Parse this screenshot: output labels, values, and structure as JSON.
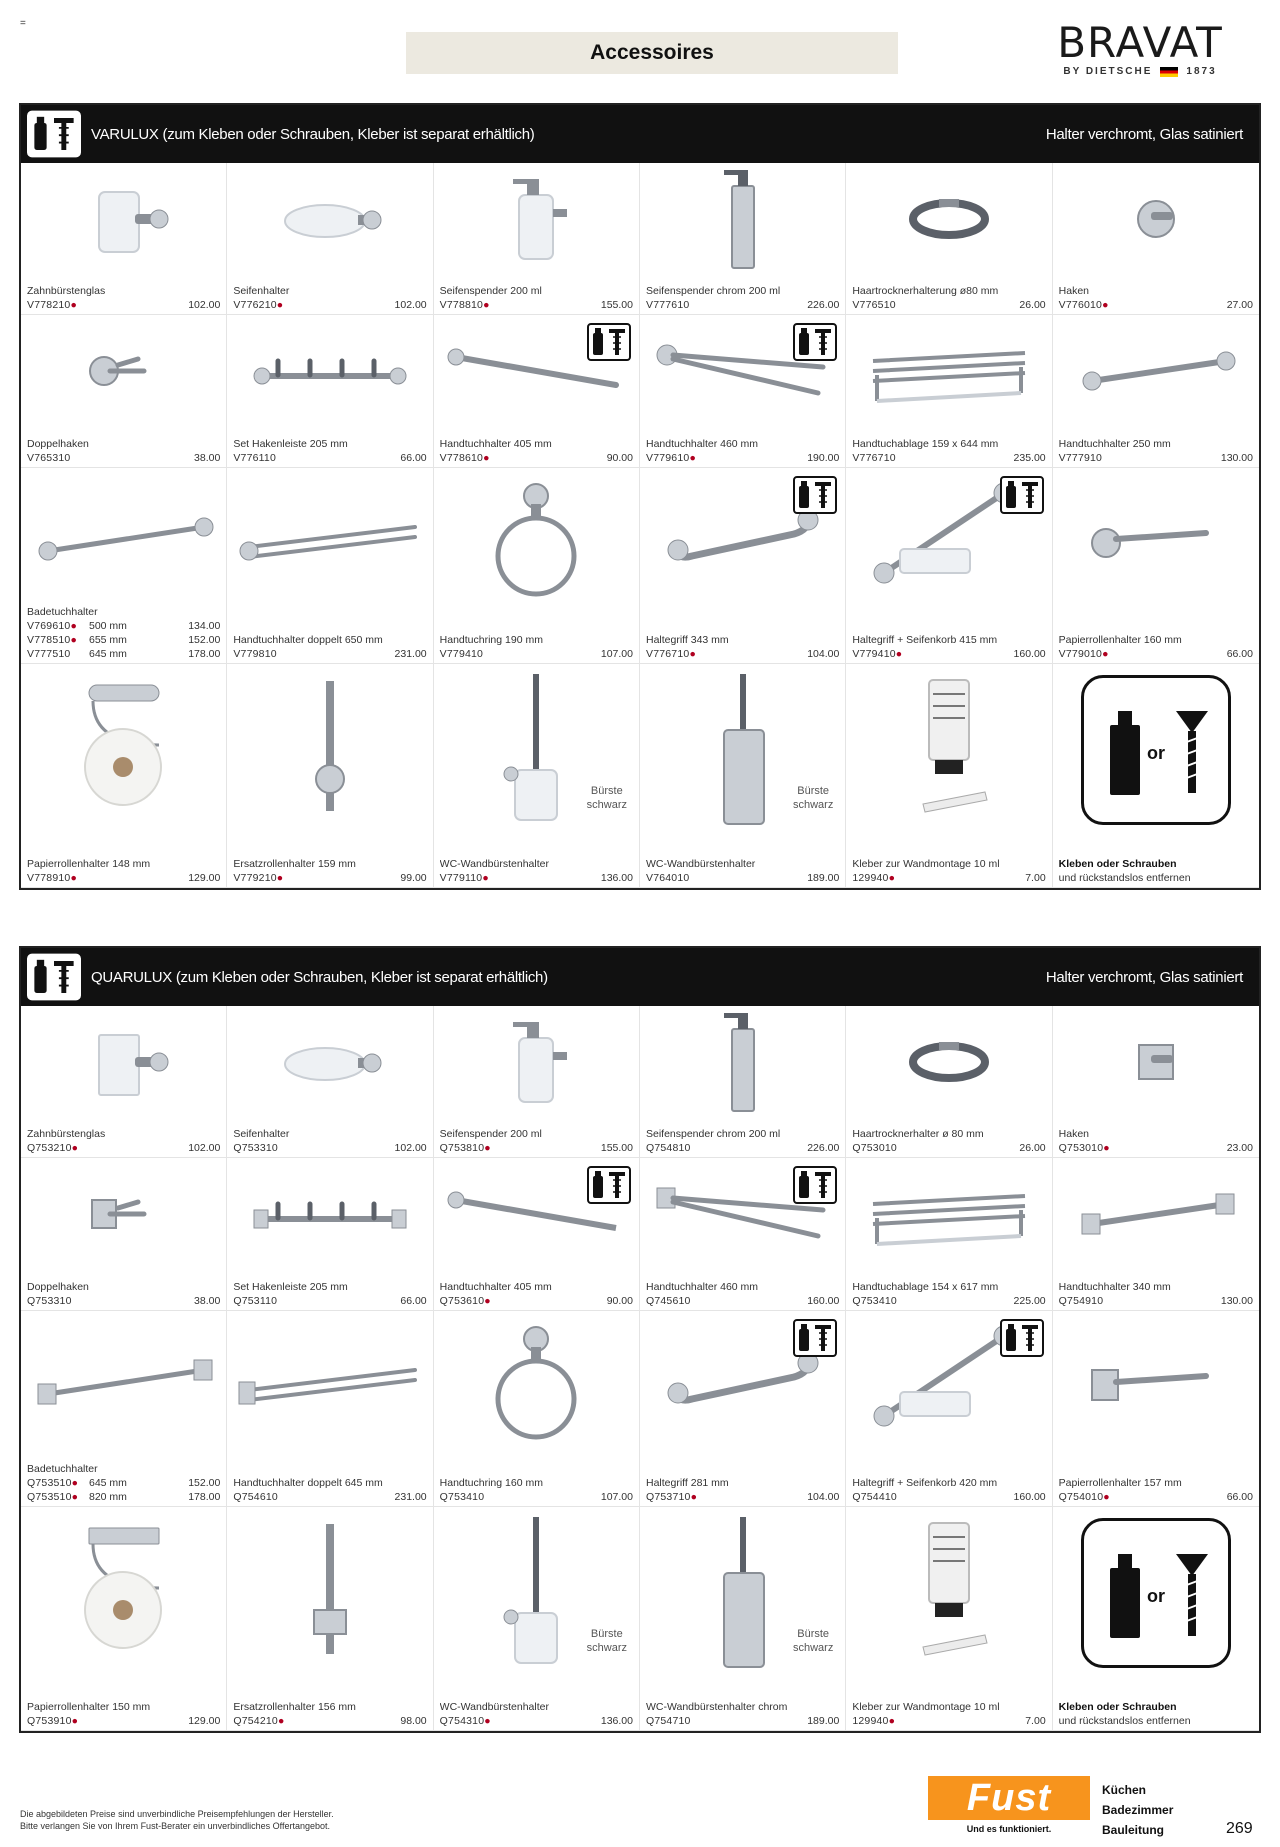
{
  "header": {
    "dash": "=",
    "tab_title": "Accessoires",
    "brand": "BRAVAT",
    "brand_sub_1": "BY DIETSCHE",
    "brand_sub_2": "1873"
  },
  "sections": [
    {
      "title": "VARULUX (zum Kleben oder Schrauben, Kleber ist separat erhältlich)",
      "note": "Halter verchromt, Glas satiniert",
      "rows": [
        [
          {
            "name": "Zahnbürstenglas",
            "code": "V778210",
            "star": true,
            "price": "102.00",
            "pic": "glass"
          },
          {
            "name": "Seifenhalter",
            "code": "V776210",
            "star": true,
            "price": "102.00",
            "pic": "soapdish"
          },
          {
            "name": "Seifenspender 200 ml",
            "code": "V778810",
            "star": true,
            "price": "155.00",
            "pic": "dispenser"
          },
          {
            "name": "Seifenspender chrom 200 ml",
            "code": "V777610",
            "star": false,
            "price": "226.00",
            "pic": "dispenser-chrome"
          },
          {
            "name": "Haartrocknerhalterung ø80 mm",
            "code": "V776510",
            "star": false,
            "price": "26.00",
            "pic": "dryer-holder"
          },
          {
            "name": "Haken",
            "code": "V776010",
            "star": true,
            "price": "27.00",
            "pic": "hook"
          }
        ],
        [
          {
            "name": "Doppelhaken",
            "code": "V765310",
            "star": false,
            "price": "38.00",
            "pic": "double-hook"
          },
          {
            "name": "Set Hakenleiste 205 mm",
            "code": "V776110",
            "star": false,
            "price": "66.00",
            "pic": "hook-rail"
          },
          {
            "name": "Handtuchhalter 405 mm",
            "code": "V778610",
            "star": true,
            "price": "90.00",
            "pic": "towel-bar",
            "kt": true
          },
          {
            "name": "Handtuchhalter 460 mm",
            "code": "V779610",
            "star": true,
            "price": "190.00",
            "pic": "swing-bar",
            "kt": true
          },
          {
            "name": "Handtuchablage 159 x 644 mm",
            "code": "V776710",
            "star": false,
            "price": "235.00",
            "pic": "shelf"
          },
          {
            "name": "Handtuchhalter 250 mm",
            "code": "V777910",
            "star": false,
            "price": "130.00",
            "pic": "towel-bar-short"
          }
        ],
        [
          {
            "name": "Badetuchhalter",
            "variants": [
              {
                "code": "V769610",
                "star": true,
                "size": "500 mm",
                "price": "134.00"
              },
              {
                "code": "V778510",
                "star": true,
                "size": "655 mm",
                "price": "152.00"
              },
              {
                "code": "V777510",
                "star": false,
                "size": "645 mm",
                "price": "178.00"
              }
            ],
            "pic": "long-bar"
          },
          {
            "name": "Handtuchhalter doppelt 650 mm",
            "code": "V779810",
            "star": false,
            "price": "231.00",
            "pic": "double-bar"
          },
          {
            "name": "Handtuchring 190 mm",
            "code": "V779410",
            "star": false,
            "price": "107.00",
            "pic": "ring"
          },
          {
            "name": "Haltegriff 343 mm",
            "code": "V776710",
            "star": true,
            "price": "104.00",
            "pic": "grab-bar",
            "kt": true
          },
          {
            "name": "Haltegriff + Seifenkorb 415 mm",
            "code": "V779410",
            "star": true,
            "price": "160.00",
            "pic": "grab-basket",
            "kt": true
          },
          {
            "name": "Papierrollenhalter 160 mm",
            "code": "V779010",
            "star": true,
            "price": "66.00",
            "pic": "paper-open"
          }
        ],
        [
          {
            "name": "Papierrollenhalter 148 mm",
            "code": "V778910",
            "star": true,
            "price": "129.00",
            "pic": "paper-lid"
          },
          {
            "name": "Ersatzrollenhalter 159 mm",
            "code": "V779210",
            "star": true,
            "price": "99.00",
            "pic": "spare-roll"
          },
          {
            "name": "WC-Wandbürstenhalter",
            "code": "V779110",
            "star": true,
            "price": "136.00",
            "pic": "toilet-brush",
            "brush_note_1": "Bürste",
            "brush_note_2": "schwarz"
          },
          {
            "name": "WC-Wandbürstenhalter",
            "code": "V764010",
            "star": false,
            "price": "189.00",
            "pic": "toilet-brush-chrome",
            "brush_note_1": "Bürste",
            "brush_note_2": "schwarz"
          },
          {
            "name": "Kleber zur Wandmontage 10 ml",
            "code": "129940",
            "star": true,
            "price": "7.00",
            "pic": "glue-tube"
          },
          {
            "name": "Kleben oder Schrauben",
            "sub": "und rückstandslos entfernen",
            "pic": "glue-sign",
            "or": "or"
          }
        ]
      ]
    },
    {
      "title": "QUARULUX (zum Kleben oder Schrauben, Kleber ist separat erhältlich)",
      "note": "Halter verchromt, Glas satiniert",
      "rows": [
        [
          {
            "name": "Zahnbürstenglas",
            "code": "Q753210",
            "star": true,
            "price": "102.00",
            "pic": "glass-sq"
          },
          {
            "name": "Seifenhalter",
            "code": "Q753310",
            "star": false,
            "price": "102.00",
            "pic": "soapdish-sq"
          },
          {
            "name": "Seifenspender 200 ml",
            "code": "Q753810",
            "star": true,
            "price": "155.00",
            "pic": "dispenser"
          },
          {
            "name": "Seifenspender chrom 200 ml",
            "code": "Q754810",
            "star": false,
            "price": "226.00",
            "pic": "dispenser-chrome"
          },
          {
            "name": "Haartrocknerhalter ø 80 mm",
            "code": "Q753010",
            "star": false,
            "price": "26.00",
            "pic": "dryer-holder"
          },
          {
            "name": "Haken",
            "code": "Q753010",
            "star": true,
            "price": "23.00",
            "pic": "hook-sq"
          }
        ],
        [
          {
            "name": "Doppelhaken",
            "code": "Q753310",
            "star": false,
            "price": "38.00",
            "pic": "double-hook-sq"
          },
          {
            "name": "Set Hakenleiste 205 mm",
            "code": "Q753110",
            "star": false,
            "price": "66.00",
            "pic": "hook-rail-sq"
          },
          {
            "name": "Handtuchhalter 405 mm",
            "code": "Q753610",
            "star": true,
            "price": "90.00",
            "pic": "towel-bar-sq",
            "kt": true
          },
          {
            "name": "Handtuchhalter 460 mm",
            "code": "Q745610",
            "star": false,
            "price": "160.00",
            "pic": "swing-bar-sq",
            "kt": true
          },
          {
            "name": "Handtuchablage 154 x 617 mm",
            "code": "Q753410",
            "star": false,
            "price": "225.00",
            "pic": "shelf"
          },
          {
            "name": "Handtuchhalter 340 mm",
            "code": "Q754910",
            "star": false,
            "price": "130.00",
            "pic": "towel-bar-short-sq"
          }
        ],
        [
          {
            "name": "Badetuchhalter",
            "variants": [
              {
                "code": "Q753510",
                "star": true,
                "size": "645 mm",
                "price": "152.00"
              },
              {
                "code": "Q753510",
                "star": true,
                "size": "820 mm",
                "price": "178.00"
              }
            ],
            "pic": "long-bar-sq"
          },
          {
            "name": "Handtuchhalter doppelt 645 mm",
            "code": "Q754610",
            "star": false,
            "price": "231.00",
            "pic": "double-bar-sq"
          },
          {
            "name": "Handtuchring 160 mm",
            "code": "Q753410",
            "star": false,
            "price": "107.00",
            "pic": "ring"
          },
          {
            "name": "Haltegriff 281 mm",
            "code": "Q753710",
            "star": true,
            "price": "104.00",
            "pic": "grab-bar",
            "kt": true
          },
          {
            "name": "Haltegriff + Seifenkorb 420 mm",
            "code": "Q754410",
            "star": false,
            "price": "160.00",
            "pic": "grab-basket",
            "kt": true
          },
          {
            "name": "Papierrollenhalter 157 mm",
            "code": "Q754010",
            "star": true,
            "price": "66.00",
            "pic": "paper-open-sq"
          }
        ],
        [
          {
            "name": "Papierrollenhalter 150 mm",
            "code": "Q753910",
            "star": true,
            "price": "129.00",
            "pic": "paper-lid-sq"
          },
          {
            "name": "Ersatzrollenhalter 156 mm",
            "code": "Q754210",
            "star": true,
            "price": "98.00",
            "pic": "spare-roll-sq"
          },
          {
            "name": "WC-Wandbürstenhalter",
            "code": "Q754310",
            "star": true,
            "price": "136.00",
            "pic": "toilet-brush",
            "brush_note_1": "Bürste",
            "brush_note_2": "schwarz"
          },
          {
            "name": "WC-Wandbürstenhalter chrom",
            "code": "Q754710",
            "star": false,
            "price": "189.00",
            "pic": "toilet-brush-chrome",
            "brush_note_1": "Bürste",
            "brush_note_2": "schwarz"
          },
          {
            "name": "Kleber zur Wandmontage 10 ml",
            "code": "129940",
            "star": true,
            "price": "7.00",
            "pic": "glue-tube"
          },
          {
            "name": "Kleben oder Schrauben",
            "sub": "und rückstandslos entfernen",
            "pic": "glue-sign",
            "or": "or"
          }
        ]
      ]
    }
  ],
  "footer": {
    "note_1": "Die abgebildeten Preise sind unverbindliche Preisempfehlungen der Hersteller.",
    "note_2": "Bitte verlangen Sie von Ihrem Fust-Berater ein unverbindliches Offertangebot.",
    "fust_logo": "Fust",
    "fust_slogan": "Und es funktioniert.",
    "services": [
      "Küchen",
      "Badezimmer",
      "Bauleitung"
    ],
    "page_number": "269"
  },
  "colors": {
    "accent_star": "#b00020",
    "fust_orange": "#f7941d",
    "header_bar": "#111111",
    "tab_bg": "#ece9e0"
  }
}
